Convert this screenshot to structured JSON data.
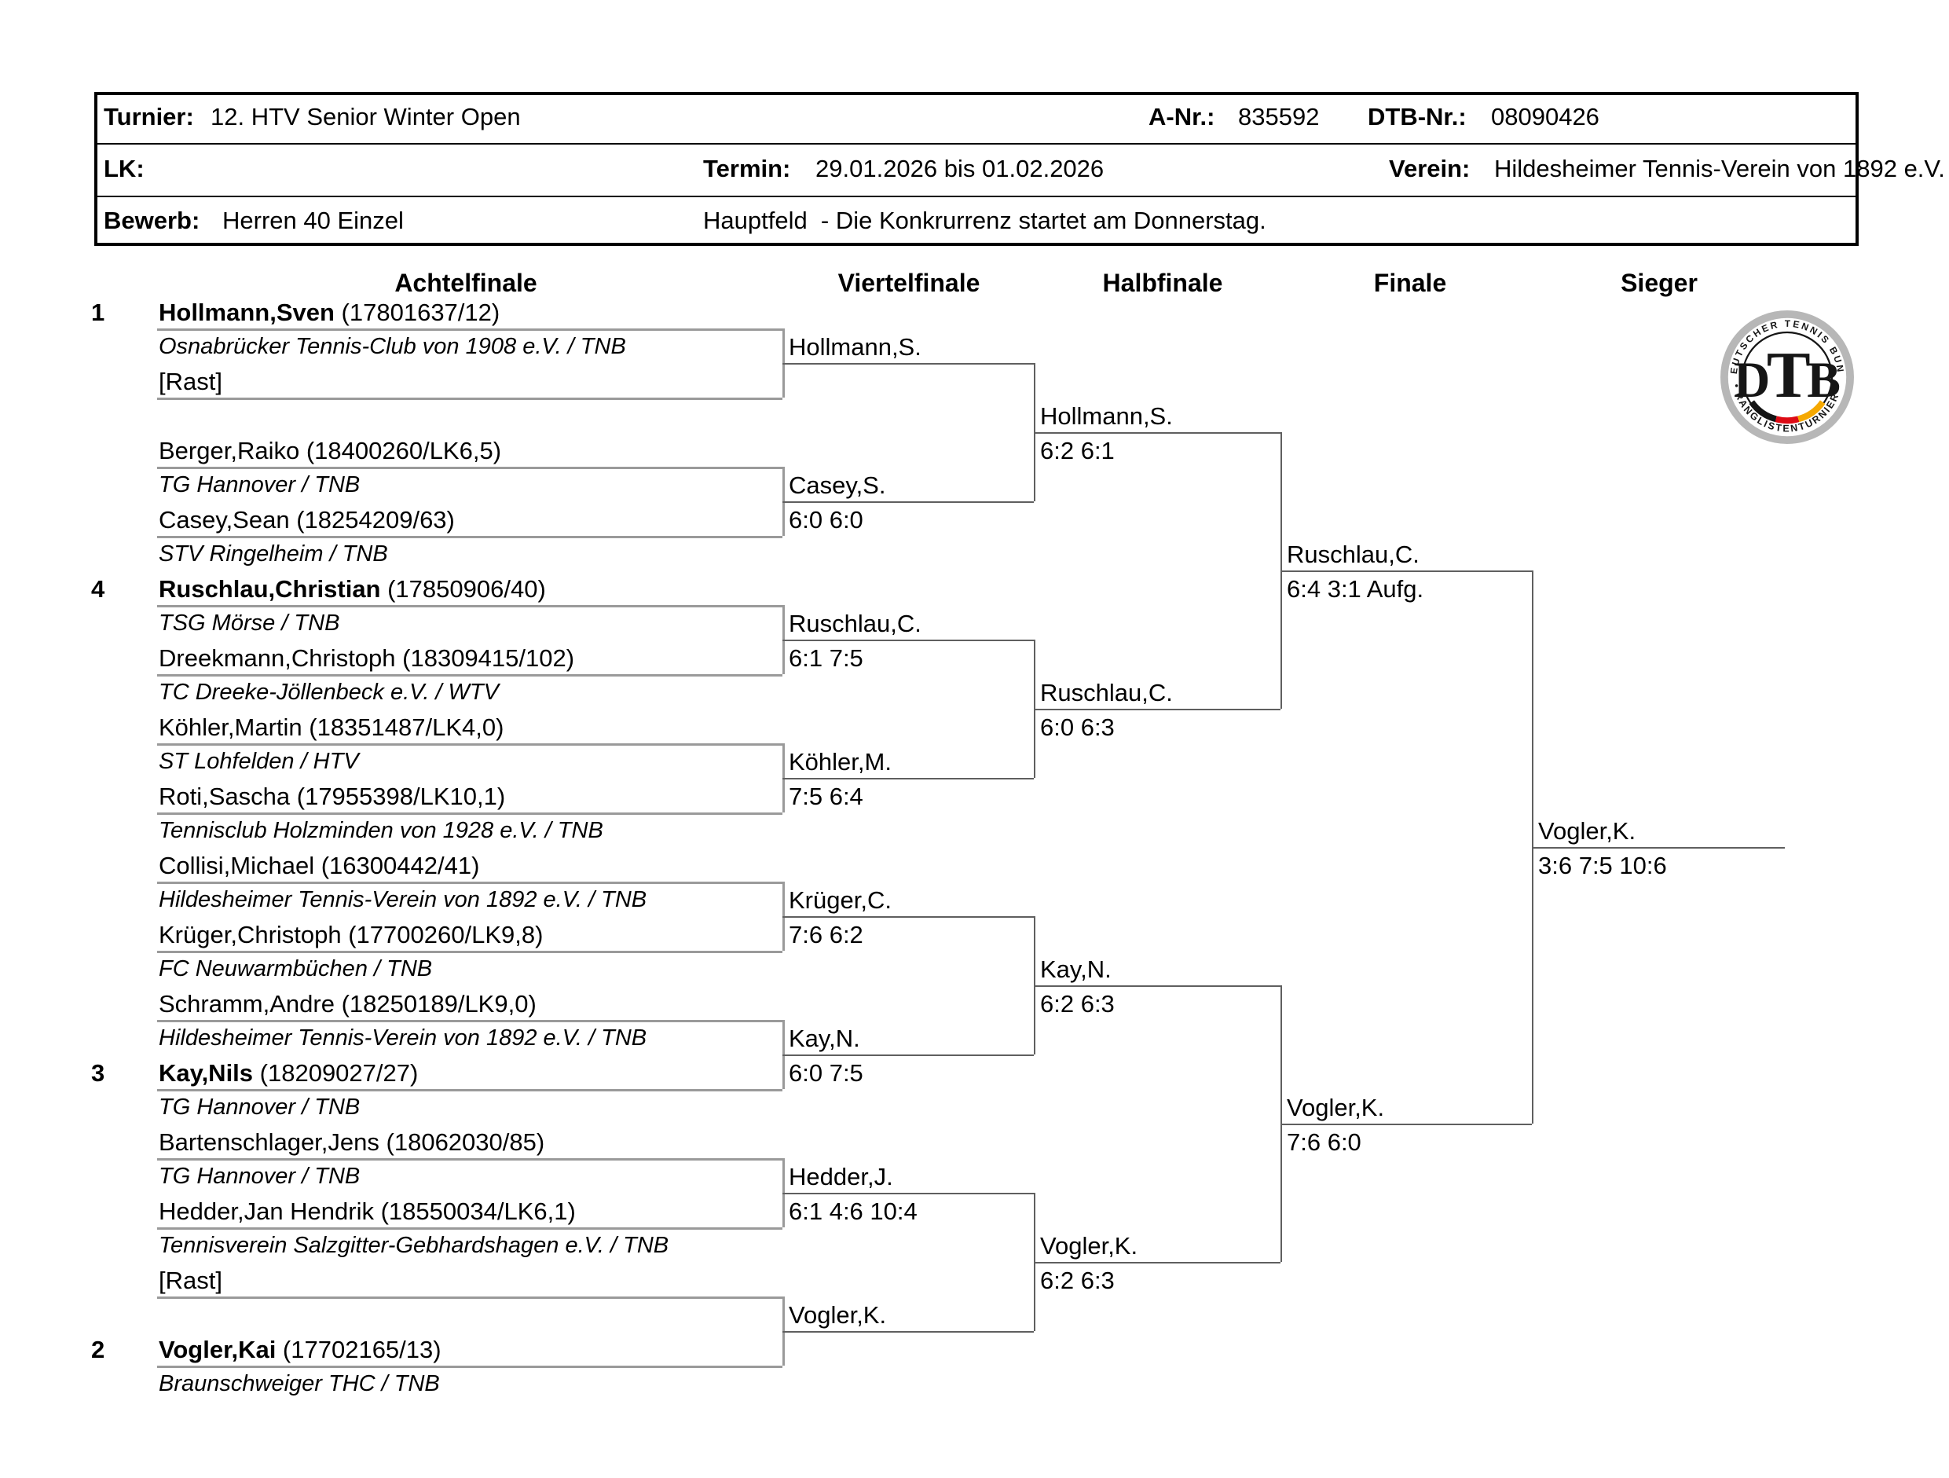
{
  "header": {
    "turnier_label": "Turnier:",
    "turnier_value": "12. HTV Senior Winter Open",
    "a_nr_label": "A-Nr.:",
    "a_nr_value": "835592",
    "dtb_nr_label": "DTB-Nr.:",
    "dtb_nr_value": "08090426",
    "lk_label": "LK:",
    "termin_label": "Termin:",
    "termin_value": "29.01.2026 bis 01.02.2026",
    "verein_label": "Verein:",
    "verein_value": "Hildesheimer Tennis-Verein von 1892 e.V.",
    "bewerb_label": "Bewerb:",
    "bewerb_value": "Herren 40 Einzel",
    "hauptfeld_note": "Hauptfeld  - Die Konkrurrenz startet am Donnerstag."
  },
  "columns": [
    "Achtelfinale",
    "Viertelfinale",
    "Halbfinale",
    "Finale",
    "Sieger"
  ],
  "logo": {
    "ring_top": "DEUTSCHER TENNIS BUND",
    "ring_bottom": "• RANGLISTENTURNIER •",
    "monogram": {
      "d": "D",
      "t": "T",
      "b": "B"
    },
    "ring_color": "#b7b7b7",
    "ink_color": "#161616",
    "flag_black": "#141414",
    "flag_red": "#dd0b15",
    "flag_gold": "#f5a800"
  },
  "bracket": {
    "r16": [
      {
        "seed": "1",
        "name": "Hollmann,Sven",
        "id": " (17801637/12)",
        "club": "Osnabrücker Tennis-Club von 1908 e.V. / TNB"
      },
      {
        "seed": "",
        "name": "[Rast]",
        "id": "",
        "club": ""
      },
      {
        "seed": "",
        "name": "Berger,Raiko",
        "id": " (18400260/LK6,5)",
        "club": "TG Hannover / TNB"
      },
      {
        "seed": "",
        "name": "Casey,Sean",
        "id": " (18254209/63)",
        "club": "STV Ringelheim / TNB"
      },
      {
        "seed": "4",
        "name": "Ruschlau,Christian",
        "id": " (17850906/40)",
        "club": "TSG Mörse / TNB"
      },
      {
        "seed": "",
        "name": "Dreekmann,Christoph",
        "id": " (18309415/102)",
        "club": "TC Dreeke-Jöllenbeck e.V. / WTV"
      },
      {
        "seed": "",
        "name": "Köhler,Martin",
        "id": " (18351487/LK4,0)",
        "club": "ST Lohfelden / HTV"
      },
      {
        "seed": "",
        "name": "Roti,Sascha",
        "id": " (17955398/LK10,1)",
        "club": "Tennisclub Holzminden von 1928 e.V. / TNB"
      },
      {
        "seed": "",
        "name": "Collisi,Michael",
        "id": " (16300442/41)",
        "club": "Hildesheimer Tennis-Verein von 1892 e.V. / TNB"
      },
      {
        "seed": "",
        "name": "Krüger,Christoph",
        "id": " (17700260/LK9,8)",
        "club": "FC Neuwarmbüchen / TNB"
      },
      {
        "seed": "",
        "name": "Schramm,Andre",
        "id": " (18250189/LK9,0)",
        "club": "Hildesheimer Tennis-Verein von 1892 e.V. / TNB"
      },
      {
        "seed": "3",
        "name": "Kay,Nils",
        "id": " (18209027/27)",
        "club": "TG Hannover / TNB"
      },
      {
        "seed": "",
        "name": "Bartenschlager,Jens",
        "id": " (18062030/85)",
        "club": "TG Hannover / TNB"
      },
      {
        "seed": "",
        "name": "Hedder,Jan Hendrik",
        "id": " (18550034/LK6,1)",
        "club": "Tennisverein Salzgitter-Gebhardshagen e.V. / TNB"
      },
      {
        "seed": "",
        "name": "[Rast]",
        "id": "",
        "club": ""
      },
      {
        "seed": "2",
        "name": "Vogler,Kai",
        "id": " (17702165/13)",
        "club": "Braunschweiger THC / TNB"
      }
    ],
    "quarterfinals": [
      {
        "name": "Hollmann,S.",
        "score": ""
      },
      {
        "name": "Casey,S.",
        "score": "6:0 6:0"
      },
      {
        "name": "Ruschlau,C.",
        "score": "6:1 7:5"
      },
      {
        "name": "Köhler,M.",
        "score": "7:5 6:4"
      },
      {
        "name": "Krüger,C.",
        "score": "7:6 6:2"
      },
      {
        "name": "Kay,N.",
        "score": "6:0 7:5"
      },
      {
        "name": "Hedder,J.",
        "score": "6:1 4:6 10:4"
      },
      {
        "name": "Vogler,K.",
        "score": ""
      }
    ],
    "semifinals": [
      {
        "name": "Hollmann,S.",
        "score": "6:2 6:1"
      },
      {
        "name": "Ruschlau,C.",
        "score": "6:0 6:3"
      },
      {
        "name": "Kay,N.",
        "score": "6:2 6:3"
      },
      {
        "name": "Vogler,K.",
        "score": "6:2 6:3"
      }
    ],
    "finals": [
      {
        "name": "Ruschlau,C.",
        "score": "6:4 3:1 Aufg."
      },
      {
        "name": "Vogler,K.",
        "score": "7:6 6:0"
      }
    ],
    "champion": {
      "name": "Vogler,K.",
      "score": "3:6 7:5 10:6"
    }
  }
}
